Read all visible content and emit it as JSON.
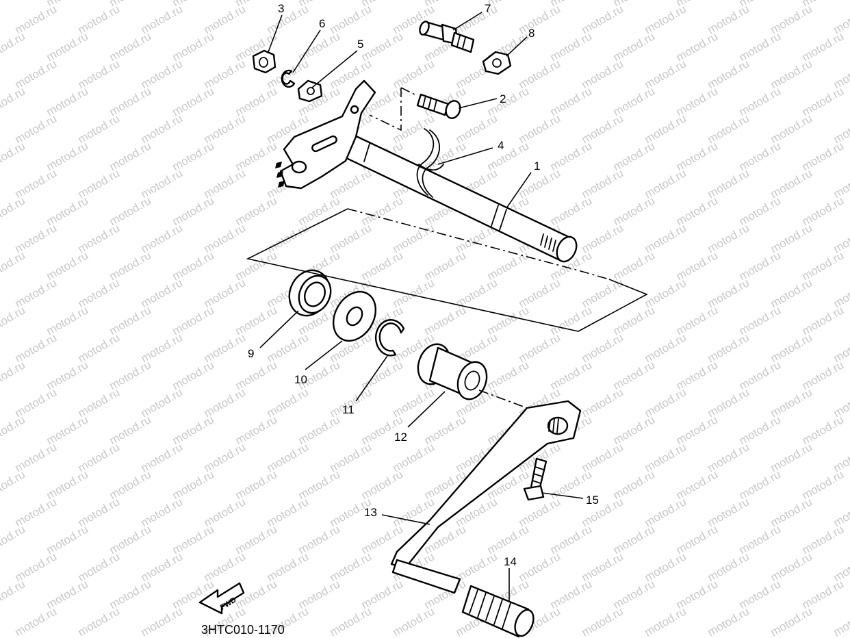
{
  "watermark": "motod.ru",
  "diagram_code": "3HTC010-1170",
  "fwd_label": "FWD",
  "callouts": [
    "1",
    "2",
    "3",
    "4",
    "5",
    "6",
    "7",
    "8",
    "9",
    "10",
    "11",
    "12",
    "13",
    "14",
    "15"
  ]
}
